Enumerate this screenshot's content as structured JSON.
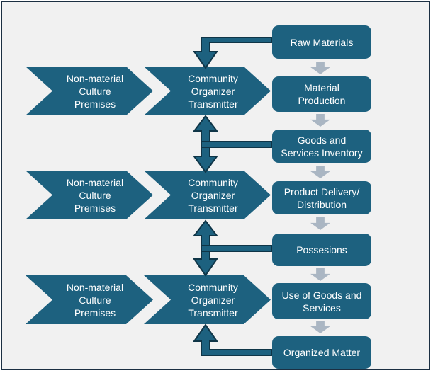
{
  "colors": {
    "background": "#f1f1f1",
    "border": "#1b2f42",
    "shape_fill": "#1d617f",
    "connector_outline": "#0f3547",
    "gray_arrow": "#aab6c3",
    "text": "#ffffff"
  },
  "rows": [
    {
      "premise": "Non-material\nCulture\nPremises",
      "transmitter": "Community\nOrganizer\nTransmitter"
    },
    {
      "premise": "Non-material\nCulture\nPremises",
      "transmitter": "Community\nOrganizer\nTransmitter"
    },
    {
      "premise": "Non-material\nCulture\nPremises",
      "transmitter": "Community\nOrganizer\nTransmitter"
    }
  ],
  "process_boxes": [
    {
      "label": "Raw Materials"
    },
    {
      "label": "Material\nProduction"
    },
    {
      "label": "Goods and\nServices Inventory"
    },
    {
      "label": "Product Delivery/\nDistribution"
    },
    {
      "label": "Possesions"
    },
    {
      "label": "Use of Goods and\nServices"
    },
    {
      "label": "Organized Matter"
    }
  ],
  "connectors": [
    {
      "name": "raw-materials-to-transmitter-1",
      "type": "elbow-down-arrow"
    },
    {
      "name": "goods-inventory-to-transmitters-1-2",
      "type": "t-double-vertical-arrow"
    },
    {
      "name": "possesions-to-transmitters-2-3",
      "type": "t-double-vertical-arrow"
    },
    {
      "name": "organized-matter-to-transmitter-3",
      "type": "elbow-up-arrow"
    },
    {
      "name": "process-step-arrows",
      "type": "down-arrow",
      "count": 6
    }
  ]
}
